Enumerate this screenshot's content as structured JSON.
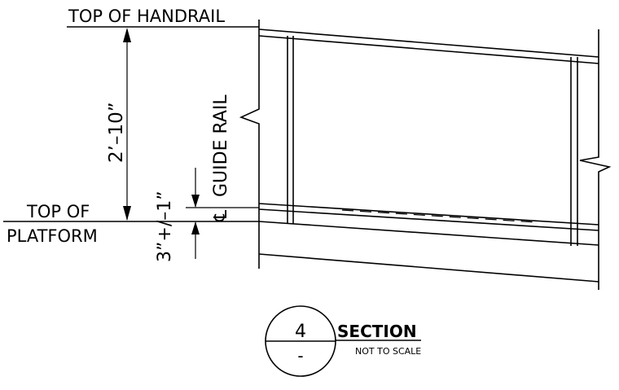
{
  "labels": {
    "top_of_handrail": "TOP OF HANDRAIL",
    "top_of": "TOP OF",
    "platform": "PLATFORM",
    "handrail_height": "2’–10”",
    "guide_rail": "GUIDE RAIL",
    "centerline_symbol": "℄",
    "guide_rail_offset": "3”+/–1”"
  },
  "section_callout": {
    "number": "4",
    "sheet": "-",
    "title": "SECTION",
    "scale_note": "NOT TO SCALE"
  }
}
